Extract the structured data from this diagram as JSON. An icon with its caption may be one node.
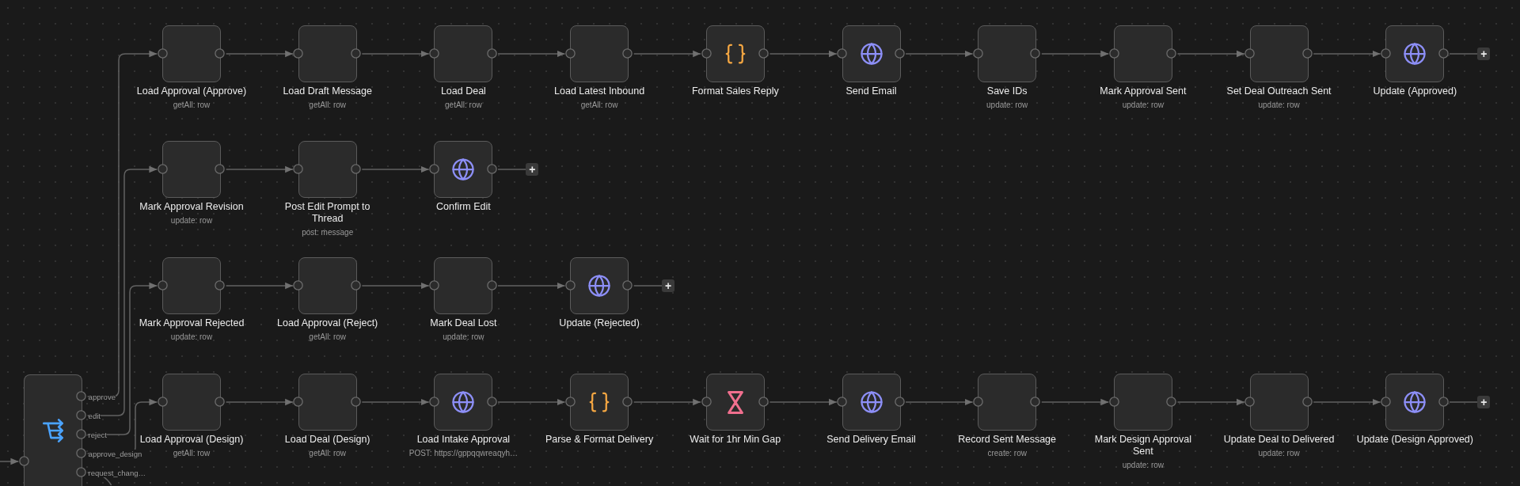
{
  "diagram": {
    "nodes": [
      {
        "text": [
          "Load Approval (Approve)",
          "getAll: row"
        ]
      },
      {
        "text": [
          "Load Draft Message",
          "getAll: row"
        ]
      },
      {
        "text": [
          "Load Deal",
          "getAll: row"
        ]
      },
      {
        "text": [
          "Load Latest Inbound",
          "getAll: row"
        ]
      },
      {
        "text": [
          "Format Sales Reply"
        ]
      },
      {
        "text": [
          "Send Email"
        ]
      },
      {
        "text": [
          "Save IDs",
          "update: row"
        ]
      },
      {
        "text": [
          "Mark Approval Sent",
          "update: row"
        ]
      },
      {
        "text": [
          "Set Deal Outreach Sent",
          "update: row"
        ]
      },
      {
        "text": [
          "Update (Approved)"
        ]
      },
      {
        "text": [
          "+"
        ]
      },
      {
        "text": [
          "Mark Approval Revision",
          "update: row"
        ]
      },
      {
        "text": [
          "Post Edit Prompt to Thread",
          "post: message"
        ]
      },
      {
        "text": [
          "Confirm Edit"
        ]
      },
      {
        "text": [
          "+"
        ]
      },
      {
        "text": [
          "Mark Approval Rejected",
          "update: row"
        ]
      },
      {
        "text": [
          "Load Approval (Reject)",
          "getAll: row"
        ]
      },
      {
        "text": [
          "Mark Deal Lost",
          "update: row"
        ]
      },
      {
        "text": [
          "Update (Rejected)"
        ]
      },
      {
        "text": [
          "+"
        ]
      },
      {
        "text": [],
        "shape": "box"
      },
      {
        "text": [
          "Load Approval (Design)",
          "getAll: row"
        ]
      },
      {
        "text": [
          "Load Deal (Design)",
          "getAll: row"
        ]
      },
      {
        "text": [
          "Load Intake Approval",
          "POST: https://gppqqwreaqyh…"
        ]
      },
      {
        "text": [
          "Parse & Format Delivery"
        ]
      },
      {
        "text": [
          "Wait for 1hr Min Gap"
        ]
      },
      {
        "text": [
          "Send Delivery Email"
        ]
      },
      {
        "text": [
          "Record Sent Message",
          "create: row"
        ]
      },
      {
        "text": [
          "Mark Design Approval Sent",
          "update: row"
        ]
      },
      {
        "text": [
          "Update Deal to Delivered",
          "update: row"
        ]
      },
      {
        "text": [
          "Update (Design Approved)"
        ]
      },
      {
        "text": [
          "+"
        ]
      }
    ],
    "edges": [
      {
        "from": 0,
        "to": 1,
        "arrow": "to"
      },
      {
        "from": 1,
        "to": 2,
        "arrow": "to"
      },
      {
        "from": 2,
        "to": 3,
        "arrow": "to"
      },
      {
        "from": 3,
        "to": 4,
        "arrow": "to"
      },
      {
        "from": 4,
        "to": 5,
        "arrow": "to"
      },
      {
        "from": 5,
        "to": 6,
        "arrow": "to"
      },
      {
        "from": 6,
        "to": 7,
        "arrow": "to"
      },
      {
        "from": 7,
        "to": 8,
        "arrow": "to"
      },
      {
        "from": 8,
        "to": 9,
        "arrow": "to"
      },
      {
        "from": 9,
        "to": 10,
        "arrow": "none"
      },
      {
        "from": 11,
        "to": 12,
        "arrow": "to"
      },
      {
        "from": 12,
        "to": 13,
        "arrow": "to"
      },
      {
        "from": 13,
        "to": 14,
        "arrow": "none"
      },
      {
        "from": 15,
        "to": 16,
        "arrow": "to"
      },
      {
        "from": 16,
        "to": 17,
        "arrow": "to"
      },
      {
        "from": 17,
        "to": 18,
        "arrow": "to"
      },
      {
        "from": 18,
        "to": 19,
        "arrow": "none"
      },
      {
        "from": 21,
        "to": 22,
        "arrow": "to"
      },
      {
        "from": 22,
        "to": 23,
        "arrow": "to"
      },
      {
        "from": 23,
        "to": 24,
        "arrow": "to"
      },
      {
        "from": 24,
        "to": 25,
        "arrow": "to"
      },
      {
        "from": 25,
        "to": 26,
        "arrow": "to"
      },
      {
        "from": 26,
        "to": 27,
        "arrow": "to"
      },
      {
        "from": 27,
        "to": 28,
        "arrow": "to"
      },
      {
        "from": 28,
        "to": 29,
        "arrow": "to"
      },
      {
        "from": 29,
        "to": 30,
        "arrow": "to"
      },
      {
        "from": 30,
        "to": 31,
        "arrow": "none"
      },
      {
        "from": null,
        "to": 20,
        "arrow": "to"
      },
      {
        "from": 20,
        "to": 0,
        "arrow": "to",
        "label": "approve"
      },
      {
        "from": 20,
        "to": 11,
        "arrow": "to",
        "label": "edit"
      },
      {
        "from": 20,
        "to": 15,
        "arrow": "to",
        "label": "reject"
      },
      {
        "from": 20,
        "to": 21,
        "arrow": "to",
        "label": "approve_design"
      },
      {
        "from": 20,
        "to": null,
        "arrow": "none",
        "label": "request_chang…"
      }
    ]
  }
}
